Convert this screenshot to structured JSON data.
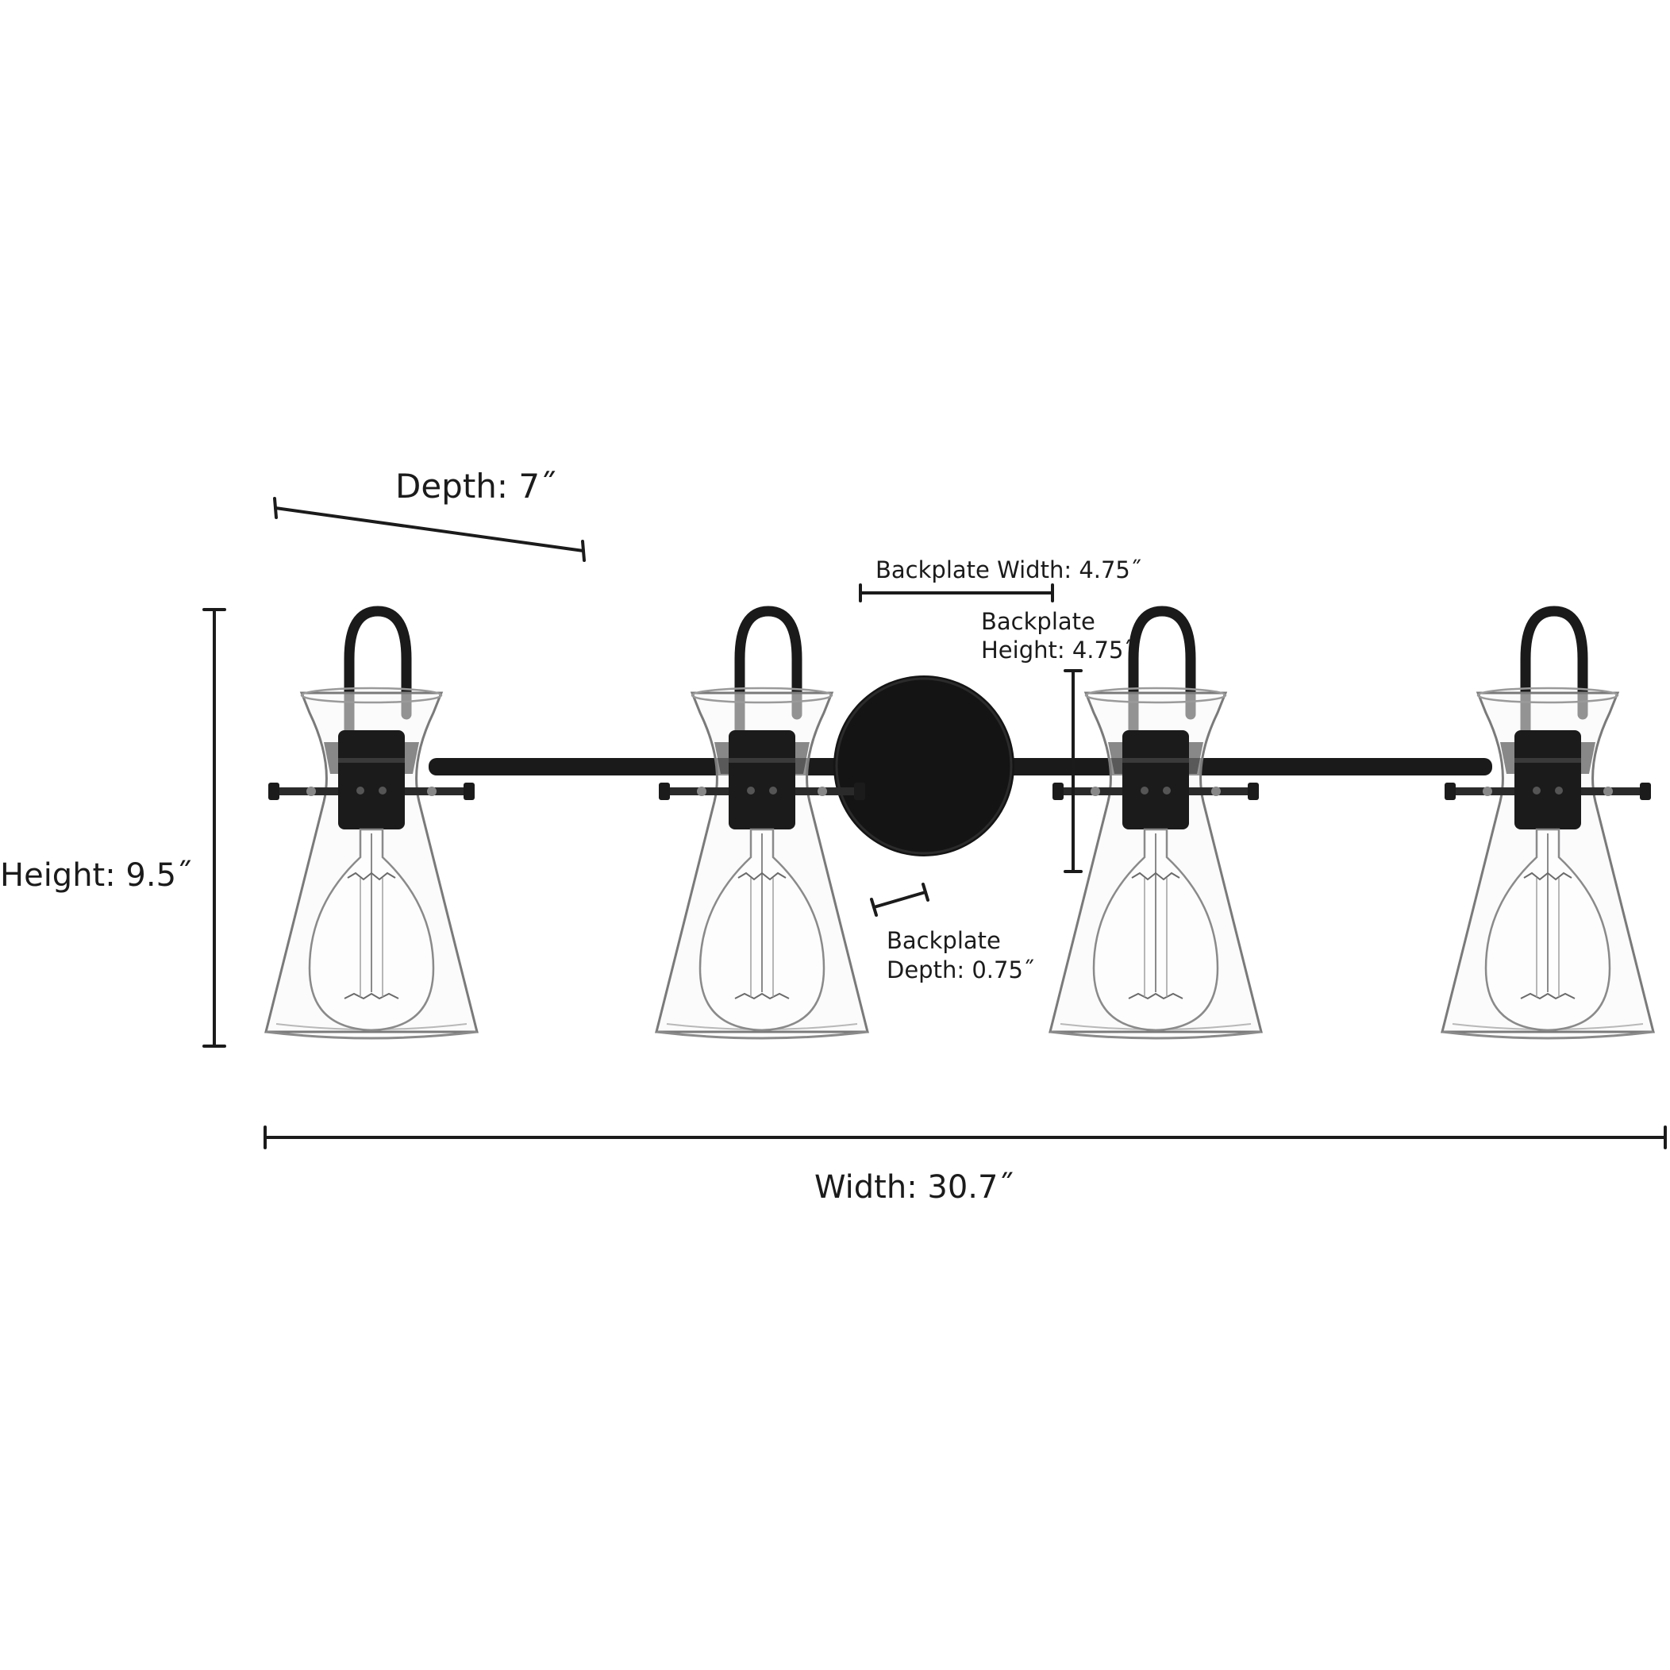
{
  "dimensions": {
    "depth": "Depth: 7˝",
    "backplate_width": "Backplate Width: 4.75˝",
    "backplate_height_line1": "Backplate",
    "backplate_height_line2": "Height: 4.75˝",
    "height": "Height: 9.5˝",
    "backplate_depth_line1": "Backplate",
    "backplate_depth_line2": "Depth: 0.75˝",
    "width": "Width: 30.7˝"
  },
  "fixture": {
    "light_count": 4,
    "finish_color": "#1a1a1a",
    "glass_color": "#7a7a7a",
    "dimension_line_color": "#1b1b1b"
  }
}
